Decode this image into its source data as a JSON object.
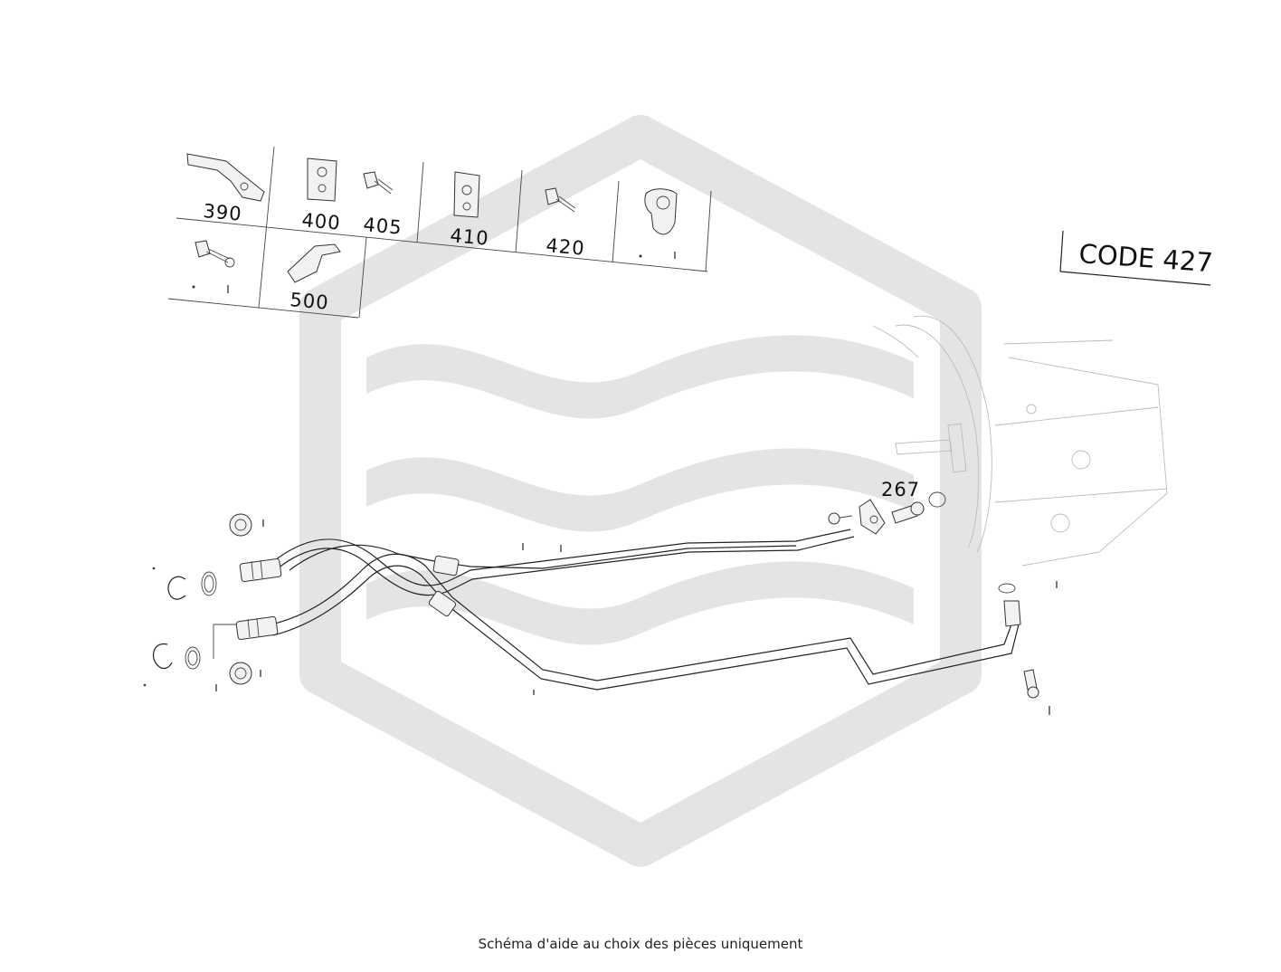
{
  "diagram": {
    "code_label": "CODE 427",
    "callouts": {
      "p390": "390",
      "p400": "400",
      "p405": "405",
      "p410": "410",
      "p420": "420",
      "p500": "500",
      "p267": "267"
    },
    "watermark": "logo-hexagon-waves",
    "line_color": "#222222",
    "watermark_color": "#e4e4e4"
  },
  "caption": "Schéma d'aide au choix des pièces uniquement"
}
